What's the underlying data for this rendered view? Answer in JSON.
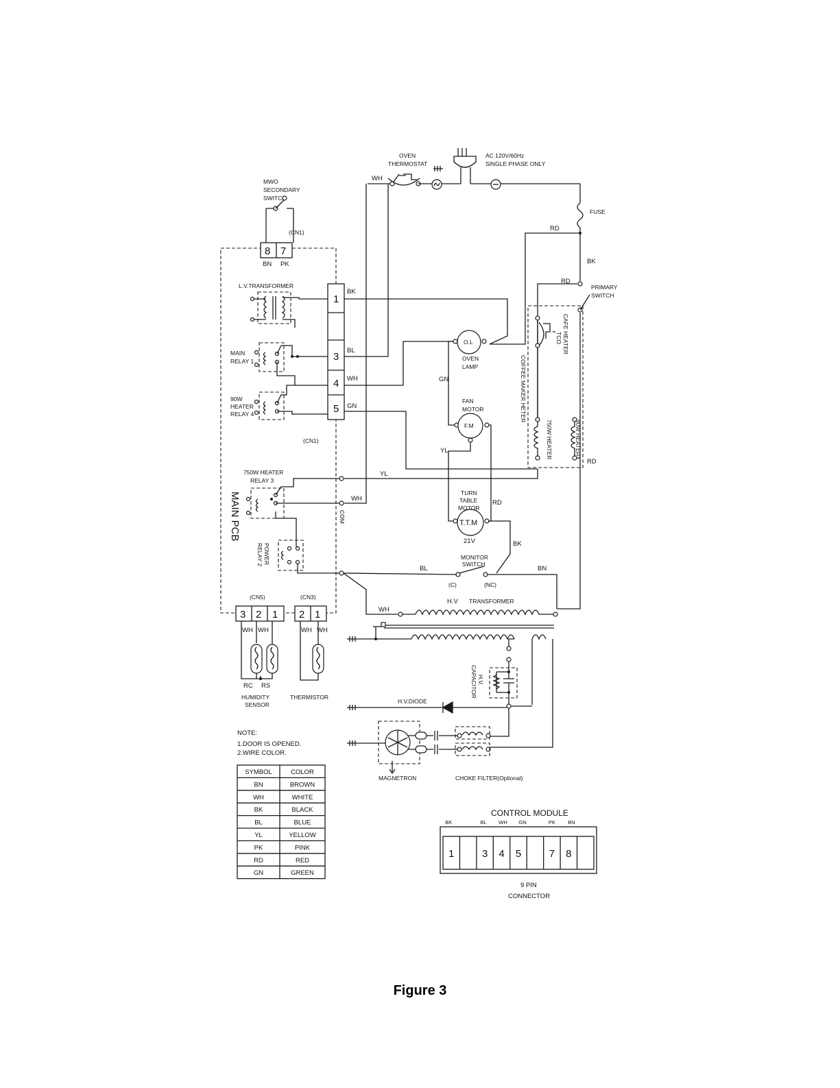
{
  "figure_caption": "Figure 3",
  "power": {
    "source": "AC 120V/60Hz",
    "phase": "SINGLE PHASE ONLY",
    "oven_thermostat": [
      "OVEN",
      "THERMOSTAT"
    ],
    "fuse": "FUSE",
    "primary_switch": [
      "PRIMARY",
      "SWITCH"
    ]
  },
  "secondary_switch": [
    "MWO",
    "SECONDARY",
    "SWITCH"
  ],
  "main_pcb": {
    "label": "MAIN PCB",
    "cn1_top": "(CN1)",
    "cn1_mid": "(CN1)",
    "cn5": "(CN5)",
    "cn3": "(CN3)",
    "top_pins": [
      "8",
      "7"
    ],
    "top_wires": [
      "BN",
      "PK"
    ],
    "side_pins": [
      "1",
      "3",
      "4",
      "5"
    ],
    "side_wires": [
      "BK",
      "BL",
      "WH",
      "GN"
    ],
    "lv_transformer": "L.V.TRANSFORMER",
    "main_relay": [
      "MAIN",
      "RELAY 1"
    ],
    "heater_relay4": [
      "90W",
      "HEATER",
      "RELAY 4"
    ],
    "heater_relay3": [
      "750W HEATER",
      "RELAY 3"
    ],
    "power_relay": [
      "POWER",
      "RELAY 2"
    ],
    "com": "COM",
    "cn5_pins": [
      "3",
      "2",
      "1"
    ],
    "cn3_pins": [
      "2",
      "1"
    ]
  },
  "sensors": {
    "humidity": [
      "HUMIDITY",
      "SENSOR"
    ],
    "thermistor": "THERMISTOR",
    "humidity_wires": [
      "WH",
      "WH"
    ],
    "thermistor_wires": [
      "WH",
      "WH"
    ],
    "rc": "RC",
    "rs": "RS"
  },
  "components": {
    "oven_lamp_symbol": "O.L",
    "oven_lamp": [
      "OVEN",
      "LAMP"
    ],
    "fan_motor_symbol": "F.M",
    "fan_motor": [
      "FAN",
      "MOTOR"
    ],
    "turntable_symbol": "T.T.M",
    "turntable": [
      "TURN",
      "TABLE",
      "MOTOR"
    ],
    "turntable_voltage": "21V",
    "monitor_switch": [
      "MONITOR",
      "SWITCH"
    ],
    "monitor_c": "(C)",
    "monitor_nc": "(NC)",
    "hv_transformer_prefix": "H.V",
    "hv_transformer": "TRANSFORMER",
    "hv_capacitor": [
      "H.V.",
      "CAPACITOR"
    ],
    "hv_diode": "H.V.DIODE",
    "magnetron": "MAGNETRON",
    "choke_filter": "CHOKE FILTER(Optional)",
    "coffee_maker_heater": "COFFEE MAKER HETER",
    "cafe_heater_tco": [
      "CAFE HEATER",
      "TCO"
    ],
    "heater_750w": "750W HEATER",
    "heater_90w": "90W HEATER"
  },
  "wire_labels": {
    "wh_top": "WH",
    "rd_fuse": "RD",
    "bk_fuse": "BK",
    "rd_primary": "RD",
    "gn_lamp": "GN",
    "yl_fan": "YL",
    "yl_heater": "YL",
    "wh_relay3": "WH",
    "rd_ttm": "RD",
    "bk_ttm": "BK",
    "bl_monitor": "BL",
    "bn_monitor": "BN",
    "wh_hv": "WH",
    "rd_right": "RD"
  },
  "notes": {
    "heading": "NOTE:",
    "lines": [
      "1.DOOR IS OPENED.",
      "2.WIRE COLOR."
    ]
  },
  "color_table": {
    "headers": [
      "SYMBOL",
      "COLOR"
    ],
    "rows": [
      [
        "BN",
        "BROWN"
      ],
      [
        "WH",
        "WHITE"
      ],
      [
        "BK",
        "BLACK"
      ],
      [
        "BL",
        "BLUE"
      ],
      [
        "YL",
        "YELLOW"
      ],
      [
        "PK",
        "PINK"
      ],
      [
        "RD",
        "RED"
      ],
      [
        "GN",
        "GREEN"
      ]
    ]
  },
  "control_module": {
    "title": "CONTROL MODULE",
    "wire_labels": [
      "BK",
      "BL",
      "WH",
      "GN",
      "PK",
      "BN"
    ],
    "pins": [
      "1",
      "",
      "3",
      "4",
      "5",
      "",
      "7",
      "8",
      ""
    ],
    "caption": [
      "9 PIN",
      "CONNECTOR"
    ]
  }
}
